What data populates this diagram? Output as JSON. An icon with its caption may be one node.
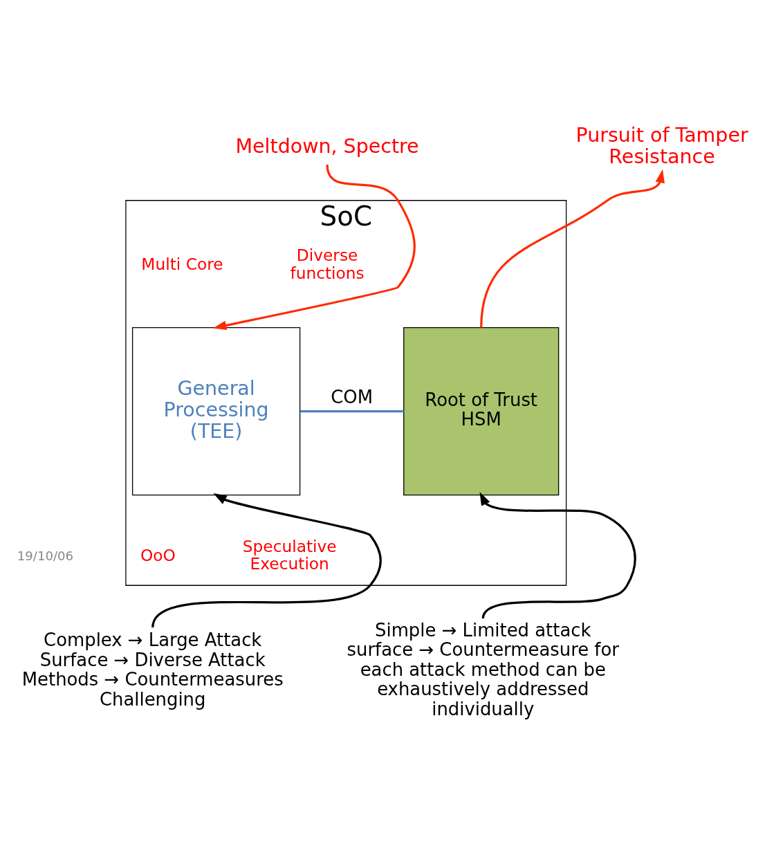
{
  "diagram": {
    "nodes": [
      {
        "text": [
          "SoC"
        ]
      },
      {
        "text": [
          "General Processing (TEE)"
        ],
        "in": 0
      },
      {
        "text": [
          "Root of Trust HSM"
        ],
        "in": 0
      },
      {
        "text": [
          "Meltdown, Spectre"
        ]
      },
      {
        "text": [
          "Pursuit of Tamper Resistance"
        ]
      },
      {
        "text": [
          "Complex → Large Attack Surface → Diverse Attack Methods → Countermeasures Challenging"
        ]
      },
      {
        "text": [
          "Simple → Limited attack surface → Countermeasure for each attack method can be exhaustively addressed individually"
        ]
      }
    ],
    "edges": [
      {
        "from": 3,
        "to": 1,
        "arrow": "to",
        "color": "#ff2a00"
      },
      {
        "from": 2,
        "to": 4,
        "arrow": "to",
        "color": "#ff2a00"
      },
      {
        "from": 1,
        "to": 2,
        "arrow": "none",
        "label": "COM",
        "color": "#4f81bd"
      },
      {
        "from": 5,
        "to": 1,
        "arrow": "to",
        "color": "#000000"
      },
      {
        "from": 6,
        "to": 2,
        "arrow": "to",
        "color": "#000000"
      }
    ],
    "labels": [
      "Multi Core",
      "Diverse functions",
      "OoO",
      "Speculative Execution",
      "19/10/06"
    ]
  }
}
